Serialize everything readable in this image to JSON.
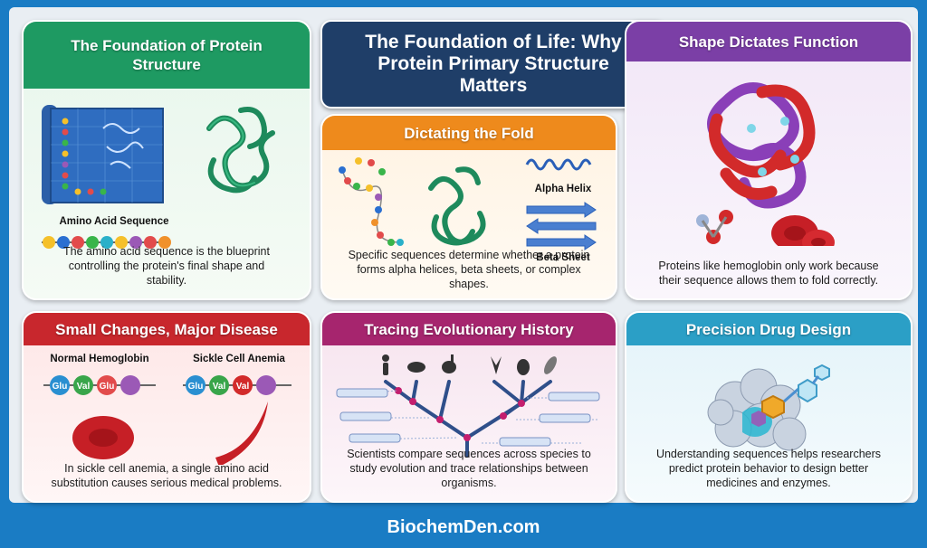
{
  "title": "The Foundation of Life: Why Protein Primary Structure Matters",
  "footer": "BiochemDen.com",
  "cards": {
    "foundation": {
      "title": "The Foundation of Protein Structure",
      "label": "Amino Acid Sequence",
      "caption": "The amino acid sequence is the blueprint controlling the protein's final shape and stability."
    },
    "fold": {
      "title": "Dictating the Fold",
      "alpha_label": "Alpha Helix",
      "beta_label": "Beta Sheet",
      "caption": "Specific sequences determine whether a protein forms alpha helices, beta sheets, or complex shapes."
    },
    "shape": {
      "title": "Shape Dictates Function",
      "caption": "Proteins like hemoglobin only work because their sequence allows them to fold correctly."
    },
    "disease": {
      "title": "Small Changes, Major Disease",
      "normal_label": "Normal Hemoglobin",
      "sickle_label": "Sickle Cell Anemia",
      "normal_residues": [
        "Glu",
        "Val",
        "Glu"
      ],
      "sickle_residues": [
        "Glu",
        "Val",
        "Val"
      ],
      "caption": "In sickle cell anemia, a single amino acid substitution causes serious medical problems."
    },
    "evolution": {
      "title": "Tracing Evolutionary History",
      "caption": "Scientists compare sequences across species to study evolution and trace relationships between organisms."
    },
    "drug": {
      "title": "Precision Drug Design",
      "caption": "Understanding sequences helps researchers predict protein behavior to design better medicines and enzymes."
    }
  },
  "colors": {
    "green": "#1e9a62",
    "orange": "#ee8a1c",
    "purple": "#7b3fa6",
    "red": "#c8272d",
    "magenta": "#a6256e",
    "blue": "#2b9fc6",
    "navy": "#1f3e68"
  }
}
